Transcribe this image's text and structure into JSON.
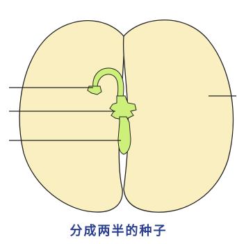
{
  "caption": "分成两半的种子",
  "colors": {
    "cotyledon_fill": "#FAEFC0",
    "embryo_fill": "#CCF07A",
    "outline": "#222222",
    "caption_text": "#2A3E90"
  },
  "parts": [
    "cotyledon-left",
    "cotyledon-right",
    "plumule",
    "hypocotyl",
    "radicle"
  ],
  "label_leaders": [
    "plumule-leader",
    "hypocotyl-leader",
    "radicle-leader",
    "cotyledon-leader"
  ]
}
